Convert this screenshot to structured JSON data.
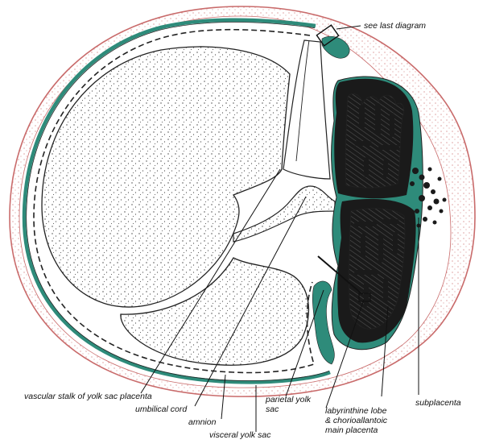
{
  "colors": {
    "outline": "#222222",
    "uterus_pink": "#c96b6b",
    "yolk_green": "#2e8b7a",
    "placenta_dark": "#1a1a1a",
    "stipple": "#444444",
    "hatch": "#555555"
  },
  "labels": {
    "see_last_diagram": "see last diagram",
    "vascular_stalk": "vascular stalk of yolk sac placenta",
    "umbilical_cord": "umbilical cord",
    "amnion": "amnion",
    "visceral_yolk_sac": "visceral yolk sac",
    "parietal_yolk_sac_1": "parietal yolk",
    "parietal_yolk_sac_2": "sac",
    "labyrinthine_1": "labyrinthine lobe",
    "labyrinthine_2": "& chorioallantoic",
    "labyrinthine_3": "main placenta",
    "subplacenta": "subplacenta"
  }
}
